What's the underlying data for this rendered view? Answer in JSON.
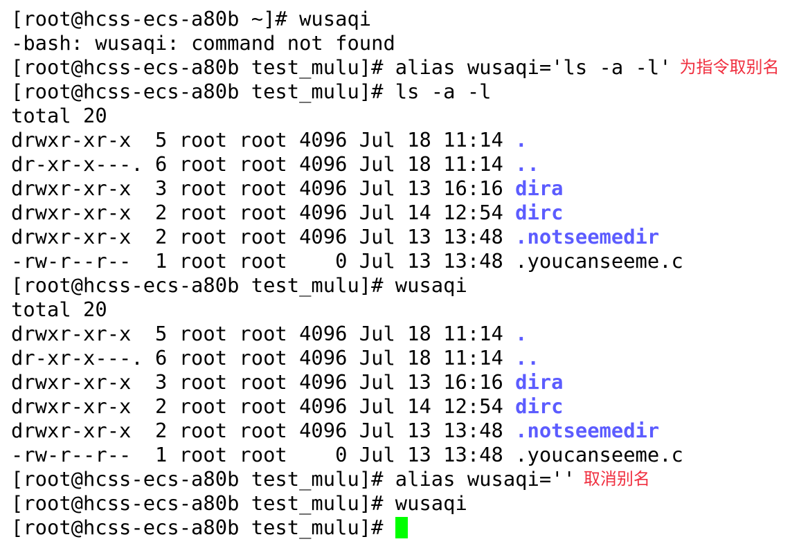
{
  "colors": {
    "directory": "#5c5cff",
    "annotation": "#f03040",
    "cursor": "#00ff00"
  },
  "lines": [
    [
      {
        "t": "[root@hcss-ecs-a80b ~]# wusaqi"
      }
    ],
    [
      {
        "t": "-bash: wusaqi: command not found"
      }
    ],
    [
      {
        "t": "[root@hcss-ecs-a80b test_mulu]# alias wusaqi='ls -a -l'"
      },
      {
        "t": "为指令取别名",
        "k": "note"
      }
    ],
    [
      {
        "t": "[root@hcss-ecs-a80b test_mulu]# ls -a -l"
      }
    ],
    [
      {
        "t": "total 20"
      }
    ],
    [
      {
        "t": "drwxr-xr-x  5 root root 4096 Jul 18 11:14 "
      },
      {
        "t": ".",
        "k": "dir"
      }
    ],
    [
      {
        "t": "dr-xr-x---. 6 root root 4096 Jul 18 11:14 "
      },
      {
        "t": "..",
        "k": "dir"
      }
    ],
    [
      {
        "t": "drwxr-xr-x  3 root root 4096 Jul 13 16:16 "
      },
      {
        "t": "dira",
        "k": "dir"
      }
    ],
    [
      {
        "t": "drwxr-xr-x  2 root root 4096 Jul 14 12:54 "
      },
      {
        "t": "dirc",
        "k": "dir"
      }
    ],
    [
      {
        "t": "drwxr-xr-x  2 root root 4096 Jul 13 13:48 "
      },
      {
        "t": ".notseemedir",
        "k": "dir"
      }
    ],
    [
      {
        "t": "-rw-r--r--  1 root root    0 Jul 13 13:48 .youcanseeme.c"
      }
    ],
    [
      {
        "t": "[root@hcss-ecs-a80b test_mulu]# wusaqi"
      }
    ],
    [
      {
        "t": "total 20"
      }
    ],
    [
      {
        "t": "drwxr-xr-x  5 root root 4096 Jul 18 11:14 "
      },
      {
        "t": ".",
        "k": "dir"
      }
    ],
    [
      {
        "t": "dr-xr-x---. 6 root root 4096 Jul 18 11:14 "
      },
      {
        "t": "..",
        "k": "dir"
      }
    ],
    [
      {
        "t": "drwxr-xr-x  3 root root 4096 Jul 13 16:16 "
      },
      {
        "t": "dira",
        "k": "dir"
      }
    ],
    [
      {
        "t": "drwxr-xr-x  2 root root 4096 Jul 14 12:54 "
      },
      {
        "t": "dirc",
        "k": "dir"
      }
    ],
    [
      {
        "t": "drwxr-xr-x  2 root root 4096 Jul 13 13:48 "
      },
      {
        "t": ".notseemedir",
        "k": "dir"
      }
    ],
    [
      {
        "t": "-rw-r--r--  1 root root    0 Jul 13 13:48 .youcanseeme.c"
      }
    ],
    [
      {
        "t": "[root@hcss-ecs-a80b test_mulu]# alias wusaqi=''"
      },
      {
        "t": "取消别名",
        "k": "note"
      }
    ],
    [
      {
        "t": "[root@hcss-ecs-a80b test_mulu]# wusaqi"
      }
    ],
    [
      {
        "t": "[root@hcss-ecs-a80b test_mulu]# "
      },
      {
        "t": "",
        "k": "cursor"
      }
    ]
  ]
}
